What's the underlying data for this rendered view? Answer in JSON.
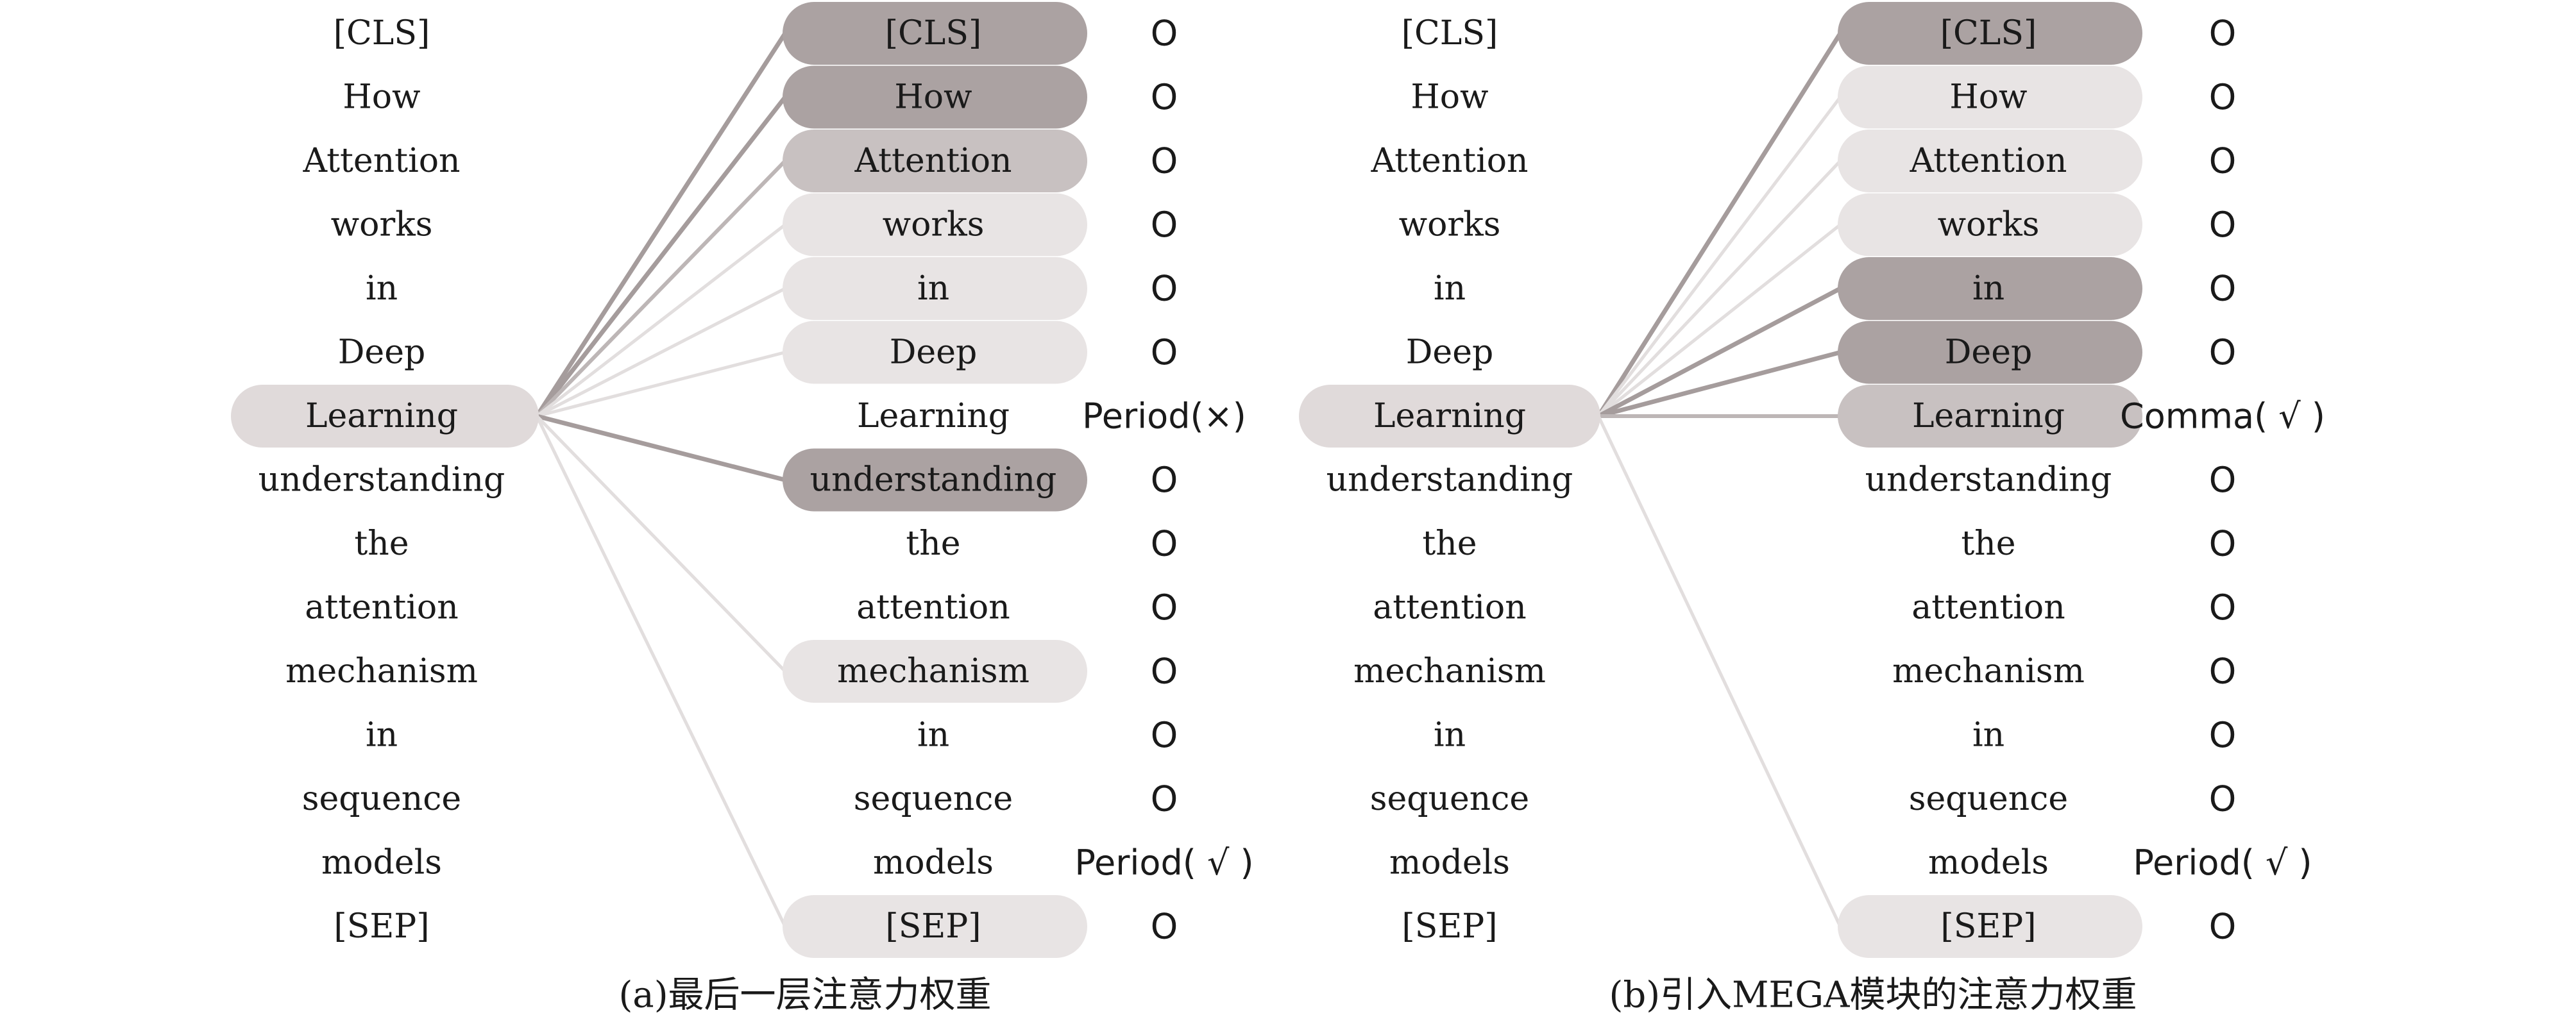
{
  "panels": [
    {
      "id": "a",
      "caption": "(a)最后一层注意力权重",
      "query_index": 6,
      "source_tokens": [
        "[CLS]",
        "How",
        "Attention",
        "works",
        "in",
        "Deep",
        "Learning",
        "understanding",
        "the",
        "attention",
        "mechanism",
        "in",
        "sequence",
        "models",
        "[SEP]"
      ],
      "target_tokens": [
        {
          "text": "[CLS]",
          "weight": "high",
          "label": "O"
        },
        {
          "text": "How",
          "weight": "high",
          "label": "O"
        },
        {
          "text": "Attention",
          "weight": "medium",
          "label": "O"
        },
        {
          "text": "works",
          "weight": "low",
          "label": "O"
        },
        {
          "text": "in",
          "weight": "low",
          "label": "O"
        },
        {
          "text": "Deep",
          "weight": "low",
          "label": "O"
        },
        {
          "text": "Learning",
          "weight": "none",
          "label": "Period(×)"
        },
        {
          "text": "understanding",
          "weight": "high",
          "label": "O"
        },
        {
          "text": "the",
          "weight": "none",
          "label": "O"
        },
        {
          "text": "attention",
          "weight": "none",
          "label": "O"
        },
        {
          "text": "mechanism",
          "weight": "low",
          "label": "O"
        },
        {
          "text": "in",
          "weight": "none",
          "label": "O"
        },
        {
          "text": "sequence",
          "weight": "none",
          "label": "O"
        },
        {
          "text": "models",
          "weight": "none",
          "label": "Period( √ )"
        },
        {
          "text": "[SEP]",
          "weight": "low",
          "label": "O"
        }
      ]
    },
    {
      "id": "b",
      "caption": "(b)引入MEGA模块的注意力权重",
      "query_index": 6,
      "source_tokens": [
        "[CLS]",
        "How",
        "Attention",
        "works",
        "in",
        "Deep",
        "Learning",
        "understanding",
        "the",
        "attention",
        "mechanism",
        "in",
        "sequence",
        "models",
        "[SEP]"
      ],
      "target_tokens": [
        {
          "text": "[CLS]",
          "weight": "high",
          "label": "O"
        },
        {
          "text": "How",
          "weight": "low",
          "label": "O"
        },
        {
          "text": "Attention",
          "weight": "low",
          "label": "O"
        },
        {
          "text": "works",
          "weight": "low",
          "label": "O"
        },
        {
          "text": "in",
          "weight": "high",
          "label": "O"
        },
        {
          "text": "Deep",
          "weight": "high",
          "label": "O"
        },
        {
          "text": "Learning",
          "weight": "medium",
          "label": "Comma( √ )"
        },
        {
          "text": "understanding",
          "weight": "none",
          "label": "O"
        },
        {
          "text": "the",
          "weight": "none",
          "label": "O"
        },
        {
          "text": "attention",
          "weight": "none",
          "label": "O"
        },
        {
          "text": "mechanism",
          "weight": "none",
          "label": "O"
        },
        {
          "text": "in",
          "weight": "none",
          "label": "O"
        },
        {
          "text": "sequence",
          "weight": "none",
          "label": "O"
        },
        {
          "text": "models",
          "weight": "none",
          "label": "Period( √ )"
        },
        {
          "text": "[SEP]",
          "weight": "low",
          "label": "O"
        }
      ]
    }
  ],
  "colors": {
    "query_pill": "#e0dada",
    "high": "#aba2a2",
    "medium": "#c8c1c1",
    "low": "#e8e4e4",
    "line_high": "#a59c9c",
    "line_medium": "#bdb6b6",
    "line_low": "#e2dede"
  }
}
